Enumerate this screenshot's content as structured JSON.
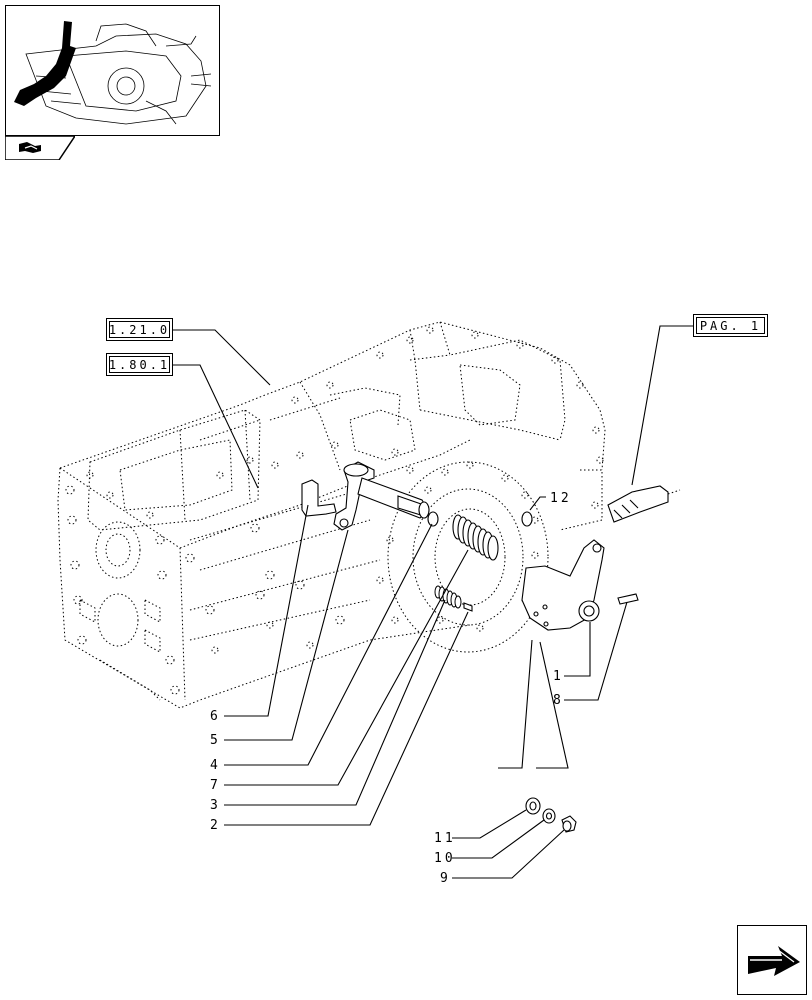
{
  "ref_boxes": {
    "ref_1_21_0": "1.21.0",
    "ref_1_80_1": "1.80.1",
    "ref_pag_1": "PAG. 1"
  },
  "callouts": {
    "n1": "1",
    "n2": "2",
    "n3": "3",
    "n4": "4",
    "n5": "5",
    "n6": "6",
    "n7": "7",
    "n8": "8",
    "n9": "9",
    "n10": "10",
    "n11": "11",
    "n12": "12"
  },
  "icons": {
    "thumbnail": "assembly-location-thumbnail",
    "tab": "section-tab-icon",
    "nav": "next-page-arrow-icon"
  }
}
